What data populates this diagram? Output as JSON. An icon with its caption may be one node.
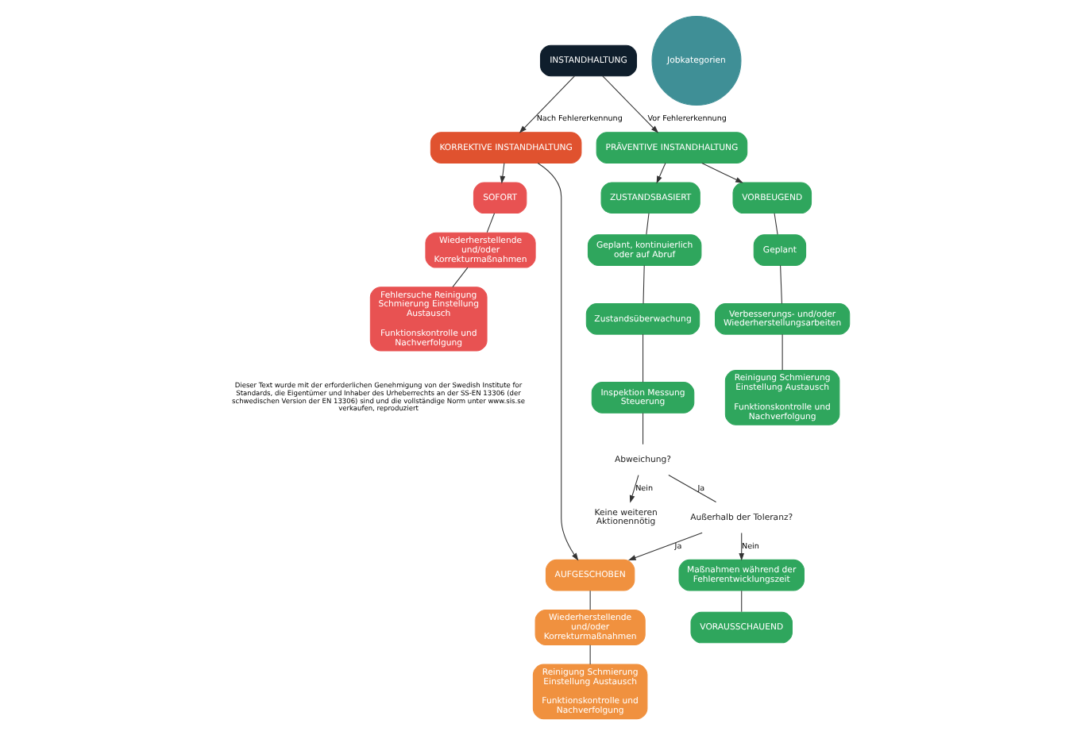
{
  "diagram": {
    "nodes": [
      {
        "text": [
          "INSTANDHALTUNG"
        ]
      },
      {
        "text": [
          "KORREKTIVE INSTANDHALTUNG"
        ]
      },
      {
        "text": [
          "PRÄVENTIVE INSTANDHALTUNG"
        ]
      },
      {
        "text": [
          "SOFORT"
        ]
      },
      {
        "text": [
          "Wiederherstellende und/oder Korrekturmaßnahmen"
        ]
      },
      {
        "text": [
          "Fehlersuche Reinigung Schmierung Einstellung Austausch",
          "Funktionskontrolle und Nachverfolgung"
        ]
      },
      {
        "text": [
          "AUFGESCHOBEN"
        ]
      },
      {
        "text": [
          "Wiederherstellende und/oder Korrekturmaßnahmen"
        ]
      },
      {
        "text": [
          "Reinigung Schmierung Einstellung Austausch",
          "Funktionskontrolle und Nachverfolgung"
        ]
      },
      {
        "text": [
          "ZUSTANDSBASIERT"
        ]
      },
      {
        "text": [
          "Geplant, kontinuierlich oder auf Abruf"
        ]
      },
      {
        "text": [
          "Zustandsüberwachung"
        ]
      },
      {
        "text": [
          "Inspektion Messung Steuerung"
        ]
      },
      {
        "text": [
          "Abweichung?"
        ]
      },
      {
        "text": [
          "Keine weiteren Aktionennötig"
        ]
      },
      {
        "text": [
          "Außerhalb der Toleranz?"
        ]
      },
      {
        "text": [
          "Maßnahmen während der Fehlerentwicklungszeit"
        ]
      },
      {
        "text": [
          "VORAUSSCHAUEND"
        ]
      },
      {
        "text": [
          "VORBEUGEND"
        ]
      },
      {
        "text": [
          "Geplant"
        ]
      },
      {
        "text": [
          "Verbesserungs- und/oder Wiederherstellungsarbeiten"
        ]
      },
      {
        "text": [
          "Reinigung Schmierung Einstellung Austausch",
          "Funktionskontrolle und Nachverfolgung"
        ]
      },
      {
        "text": [
          "Jobkategorien"
        ]
      }
    ],
    "edges": [
      {
        "from": 0,
        "to": 1,
        "arrow": "to",
        "label": "Nach Fehlererkennung"
      },
      {
        "from": 0,
        "to": 2,
        "arrow": "to",
        "label": "Vor Fehlererkennung"
      },
      {
        "from": 1,
        "to": 3,
        "arrow": "to"
      },
      {
        "from": 1,
        "to": 6,
        "arrow": "to"
      },
      {
        "from": 3,
        "to": 4,
        "arrow": "none"
      },
      {
        "from": 4,
        "to": 5,
        "arrow": "none"
      },
      {
        "from": 6,
        "to": 7,
        "arrow": "none"
      },
      {
        "from": 7,
        "to": 8,
        "arrow": "none"
      },
      {
        "from": 2,
        "to": 9,
        "arrow": "to"
      },
      {
        "from": 2,
        "to": 18,
        "arrow": "to"
      },
      {
        "from": 9,
        "to": 10,
        "arrow": "none"
      },
      {
        "from": 10,
        "to": 11,
        "arrow": "none"
      },
      {
        "from": 11,
        "to": 12,
        "arrow": "none"
      },
      {
        "from": 12,
        "to": 13,
        "arrow": "none"
      },
      {
        "from": 13,
        "to": 14,
        "arrow": "to",
        "label": "Nein"
      },
      {
        "from": 13,
        "to": 15,
        "arrow": "none",
        "label": "Ja"
      },
      {
        "from": 15,
        "to": 6,
        "arrow": "to",
        "label": "Ja"
      },
      {
        "from": 15,
        "to": 16,
        "arrow": "to",
        "label": "Nein"
      },
      {
        "from": 16,
        "to": 17,
        "arrow": "none"
      },
      {
        "from": 18,
        "to": 19,
        "arrow": "none"
      },
      {
        "from": 19,
        "to": 20,
        "arrow": "none"
      },
      {
        "from": 20,
        "to": 21,
        "arrow": "none"
      }
    ],
    "labels": [
      "Dieser Text wurde mit der erforderlichen Genehmigung von der Swedish Institute for Standards, die Eigentümer und Inhaber des Urheberrechts an der SS-EN 13306 (der schwedischen Version der EN 13306) sind und die vollständige Norm unter www.sis.se verkaufen, reproduziert"
    ]
  }
}
